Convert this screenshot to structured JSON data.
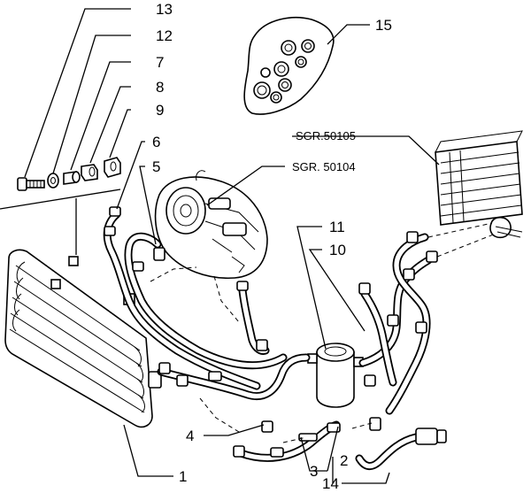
{
  "callouts": {
    "c13": "13",
    "c12": "12",
    "c7": "7",
    "c8": "8",
    "c9": "9",
    "c6": "6",
    "c5": "5",
    "c15": "15",
    "c11": "11",
    "c10": "10",
    "c4": "4",
    "c1": "1",
    "c3": "3",
    "c2": "2",
    "c14": "14"
  },
  "references": {
    "compressor": "SGR. 50104",
    "evaporator": "SGR.50105"
  }
}
